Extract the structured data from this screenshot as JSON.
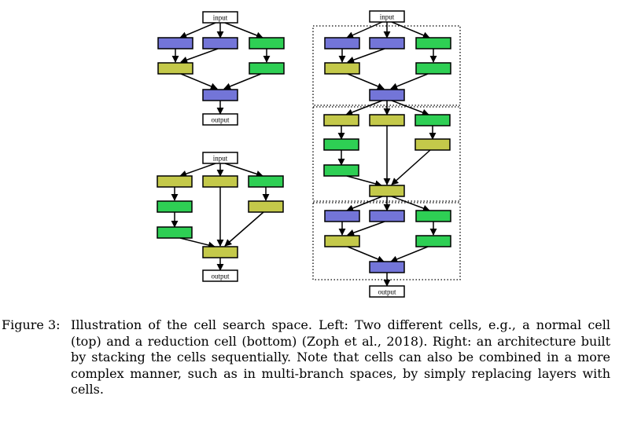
{
  "figure": {
    "colors": {
      "blue": "#7375d8",
      "yellow": "#c4c94a",
      "green": "#2ecf54",
      "io_box": "#ffffff"
    },
    "io_labels": {
      "input": "input",
      "output": "output"
    },
    "panels": [
      {
        "name": "normal cell",
        "ops": [
          "blue",
          "blue",
          "green",
          "yellow",
          "green",
          "blue"
        ]
      },
      {
        "name": "reduction cell",
        "ops": [
          "yellow",
          "yellow",
          "green",
          "green",
          "yellow",
          "green",
          "yellow"
        ]
      },
      {
        "name": "stacked architecture",
        "cells": [
          "normal cell",
          "reduction cell",
          "normal cell"
        ]
      }
    ]
  },
  "caption": {
    "label": "Figure 3:",
    "text": "Illustration of the cell search space. Left: Two different cells, e.g., a normal cell (top) and a reduction cell (bottom) (Zoph et al., 2018). Right: an architecture built by stacking the cells sequentially. Note that cells can also be combined in a more complex manner, such as in multi-branch spaces, by simply replacing layers with cells."
  }
}
